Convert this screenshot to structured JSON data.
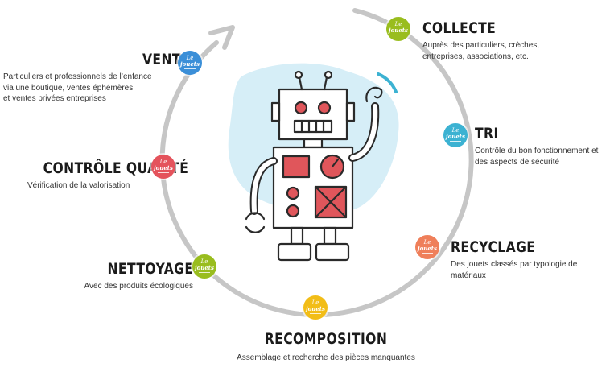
{
  "badge": {
    "line1": "Le",
    "line2": "jouets"
  },
  "colors": {
    "green": "#99bd1e",
    "teal": "#3cb2d2",
    "orange": "#ef7f5a",
    "yellow": "#f2bd17",
    "red": "#e4535c",
    "blue": "#3b8fd8",
    "ring": "#c6c6c6",
    "robot_red": "#e0565b",
    "blob": "#d6eef7"
  },
  "steps": [
    {
      "id": "collecte",
      "title": "COLLECTE",
      "description": "Auprès des particuliers, crèches, entreprises, associations,  etc.",
      "color": "green"
    },
    {
      "id": "tri",
      "title": "TRI",
      "description": "Contrôle du bon fonctionnement et des aspects de sécurité",
      "color": "teal"
    },
    {
      "id": "recyclage",
      "title": "RECYCLAGE",
      "description": "Des jouets classés  par typologie de matériaux",
      "color": "orange"
    },
    {
      "id": "recomposition",
      "title": "RECOMPOSITION",
      "description": "Assemblage  et recherche des pièces manquantes",
      "color": "yellow"
    },
    {
      "id": "nettoyage",
      "title": "NETTOYAGE",
      "description": "Avec des produits écologiques",
      "color": "green"
    },
    {
      "id": "controle",
      "title": "CONTRÔLE QUALITÉ",
      "description": "Vérification de la valorisation",
      "color": "red"
    },
    {
      "id": "vente",
      "title": "VENTE",
      "description": "Particuliers  et professionnels  de l’enfance\nvia une boutique, ventes éphémères\net ventes privées entreprises",
      "color": "blue"
    }
  ]
}
